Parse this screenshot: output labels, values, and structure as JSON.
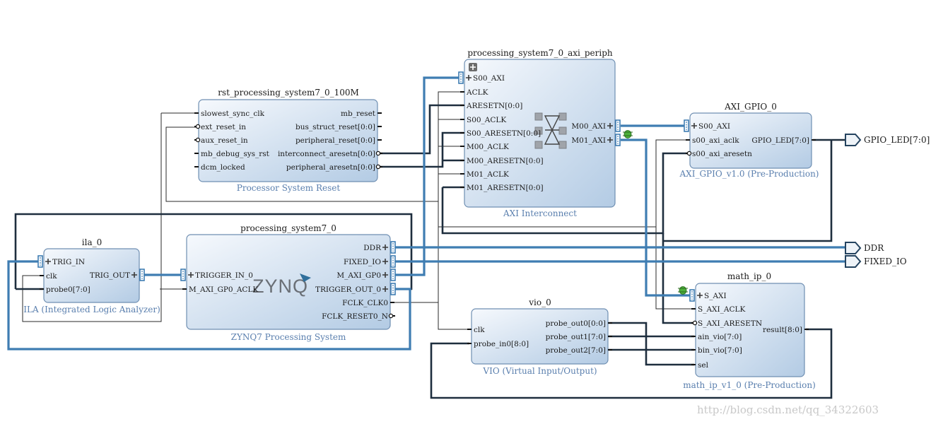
{
  "colors": {
    "block_fill_top": "#f4f8fc",
    "block_fill_bottom": "#b9cfe6",
    "block_border": "#6f8fb2",
    "bus": "#3f7db2",
    "wire": "#1e2e3e",
    "thin": "#2a2a2a",
    "subtitle": "#5a7fae"
  },
  "blocks": {
    "rst": {
      "name": "rst_processing_system7_0_100M",
      "subtitle": "Processor System Reset",
      "in": [
        "slowest_sync_clk",
        "ext_reset_in",
        "aux_reset_in",
        "mb_debug_sys_rst",
        "dcm_locked"
      ],
      "out": [
        "mb_reset",
        "bus_struct_reset[0:0]",
        "peripheral_reset[0:0]",
        "interconnect_aresetn[0:0]",
        "peripheral_aresetn[0:0]"
      ]
    },
    "axi": {
      "name": "processing_system7_0_axi_periph",
      "subtitle": "AXI Interconnect",
      "in": [
        "S00_AXI",
        "ACLK",
        "ARESETN[0:0]",
        "S00_ACLK",
        "S00_ARESETN[0:0]",
        "M00_ACLK",
        "M00_ARESETN[0:0]",
        "M01_ACLK",
        "M01_ARESETN[0:0]"
      ],
      "out": [
        "M00_AXI",
        "M01_AXI"
      ]
    },
    "gpio": {
      "name": "AXI_GPIO_0",
      "subtitle": "AXI_GPIO_v1.0 (Pre-Production)",
      "in": [
        "S00_AXI",
        "s00_axi_aclk",
        "s00_axi_aresetn"
      ],
      "out": [
        "GPIO_LED[7:0]"
      ]
    },
    "ila": {
      "name": "ila_0",
      "subtitle": "ILA (Integrated Logic Analyzer)",
      "in": [
        "TRIG_IN",
        "clk",
        "probe0[7:0]"
      ],
      "out": [
        "TRIG_OUT"
      ]
    },
    "ps7": {
      "name": "processing_system7_0",
      "subtitle": "ZYNQ7 Processing System",
      "logo": "ZYNQ",
      "in": [
        "TRIGGER_IN_0",
        "M_AXI_GP0_ACLK"
      ],
      "out": [
        "DDR",
        "FIXED_IO",
        "M_AXI_GP0",
        "TRIGGER_OUT_0",
        "FCLK_CLK0",
        "FCLK_RESET0_N"
      ]
    },
    "vio": {
      "name": "vio_0",
      "subtitle": "VIO (Virtual Input/Output)",
      "in": [
        "clk",
        "probe_in0[8:0]"
      ],
      "out": [
        "probe_out0[0:0]",
        "probe_out1[7:0]",
        "probe_out2[7:0]"
      ]
    },
    "math": {
      "name": "math_ip_0",
      "subtitle": "math_ip_v1_0 (Pre-Production)",
      "in": [
        "S_AXI",
        "S_AXI_ACLK",
        "S_AXI_ARESETN",
        "ain_vio[7:0]",
        "bin_vio[7:0]",
        "sel"
      ],
      "out": [
        "result[8:0]"
      ]
    }
  },
  "external_ports": [
    "GPIO_LED[7:0]",
    "DDR",
    "FIXED_IO"
  ],
  "watermark": "http://blog.csdn.net/qq_34322603"
}
